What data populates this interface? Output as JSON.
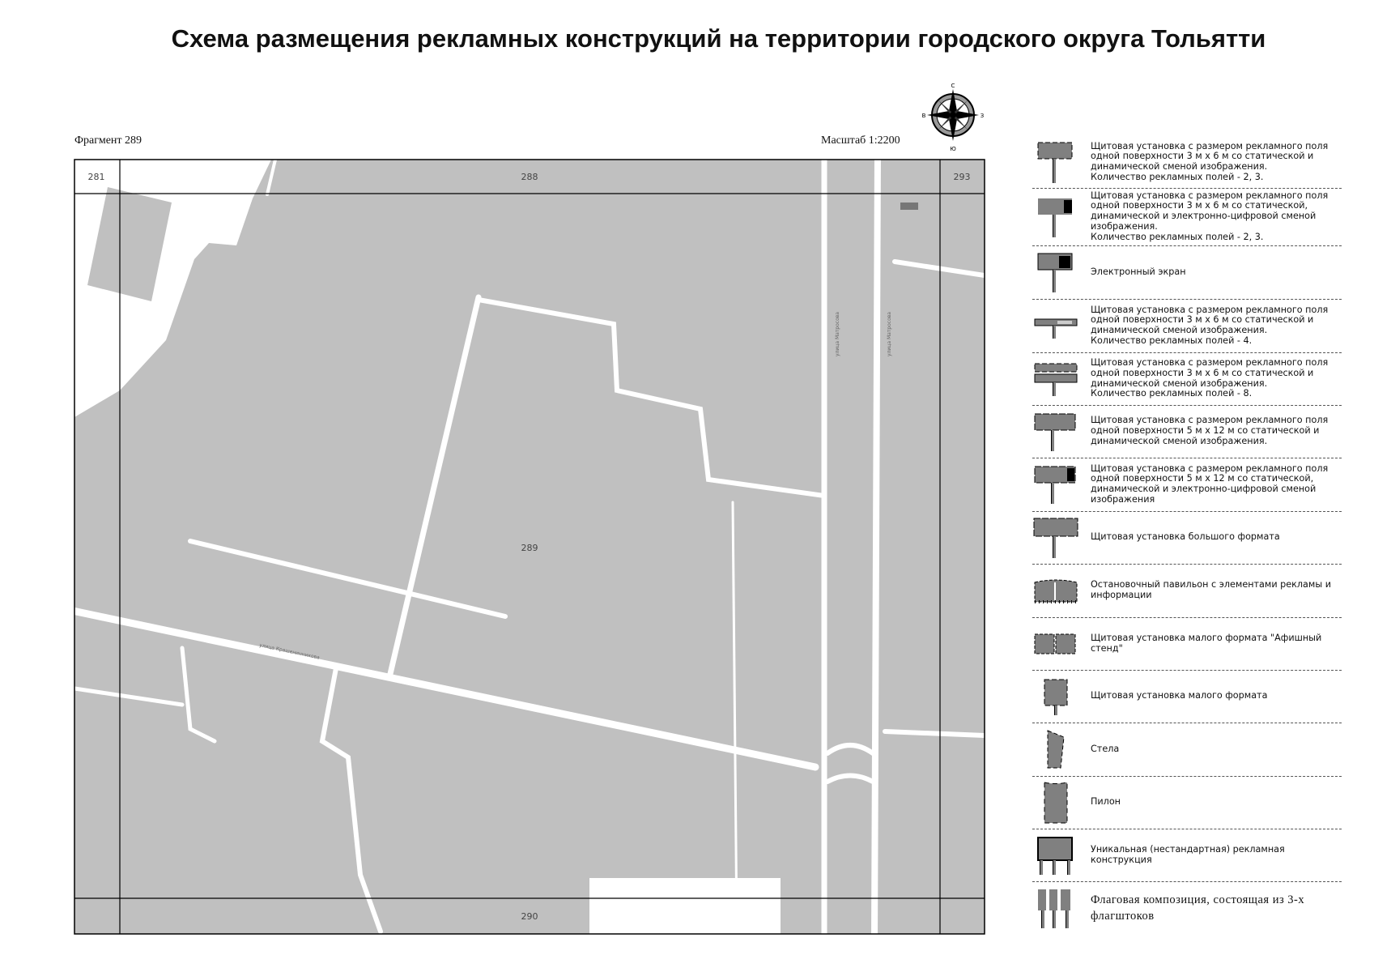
{
  "title": "Схема размещения рекламных конструкций на территории городского округа Тольятти",
  "fragment_label": "Фрагмент 289",
  "scale_label": "Масштаб 1:2200",
  "compass": {
    "n": "С",
    "s": "Ю",
    "w": "В",
    "e": "З"
  },
  "map": {
    "sheet_labels": {
      "top_left": "281",
      "top": "288",
      "top_right": "293",
      "center": "289",
      "bottom": "290"
    },
    "street_labels": [
      "улица Крашенинникова",
      "улица Матросова"
    ],
    "colors": {
      "land": "#c0c0c0",
      "roads": "#ffffff",
      "frame": "#000000"
    }
  },
  "legend": {
    "icon_color": "#808080",
    "items": [
      {
        "icon": "billboard-3x6-icon",
        "text": "Щитовая установка с размером рекламного поля\nодной поверхности 3 м х 6 м со статической и\nдинамической сменой изображения.\nКоличество рекламных полей - 2, 3."
      },
      {
        "icon": "billboard-3x6-digital-icon",
        "text": "Щитовая установка с размером рекламного поля\nодной поверхности 3 м х 6 м со статической,\nдинамической и электронно-цифровой сменой\nизображения.\nКоличество рекламных полей - 2, 3."
      },
      {
        "icon": "electronic-screen-icon",
        "text": "Электронный экран"
      },
      {
        "icon": "billboard-4-fields-icon",
        "text": "Щитовая установка с размером рекламного поля\nодной поверхности 3 м х 6 м со статической и\nдинамической сменой изображения.\nКоличество рекламных полей - 4."
      },
      {
        "icon": "billboard-8-fields-icon",
        "text": "Щитовая установка с размером рекламного поля\nодной поверхности 3 м х 6 м со статической и\nдинамической сменой изображения.\nКоличество рекламных полей - 8."
      },
      {
        "icon": "billboard-5x12-icon",
        "text": "Щитовая установка с размером рекламного поля\nодной поверхности 5 м х 12 м со статической и\nдинамической сменой изображения."
      },
      {
        "icon": "billboard-5x12-digital-icon",
        "text": "Щитовая установка с размером рекламного поля\nодной поверхности 5 м х 12 м со статической,\nдинамической и электронно-цифровой сменой\nизображения"
      },
      {
        "icon": "large-format-billboard-icon",
        "text": "Щитовая установка большого формата"
      },
      {
        "icon": "bus-stop-pavilion-icon",
        "text": "Остановочный павильон с элементами рекламы и\nинформации"
      },
      {
        "icon": "poster-stand-icon",
        "text": "Щитовая установка малого формата \"Афишный\nстенд\""
      },
      {
        "icon": "small-format-billboard-icon",
        "text": "Щитовая установка малого формата"
      },
      {
        "icon": "stele-icon",
        "text": "Стела"
      },
      {
        "icon": "pylon-icon",
        "text": "Пилон"
      },
      {
        "icon": "unique-construction-icon",
        "text": "Уникальная (нестандартная) рекламная\nконструкция"
      },
      {
        "icon": "flag-composition-icon",
        "text": "Флаговая композиция, состоящая из 3-х\nфлагштоков"
      }
    ]
  }
}
